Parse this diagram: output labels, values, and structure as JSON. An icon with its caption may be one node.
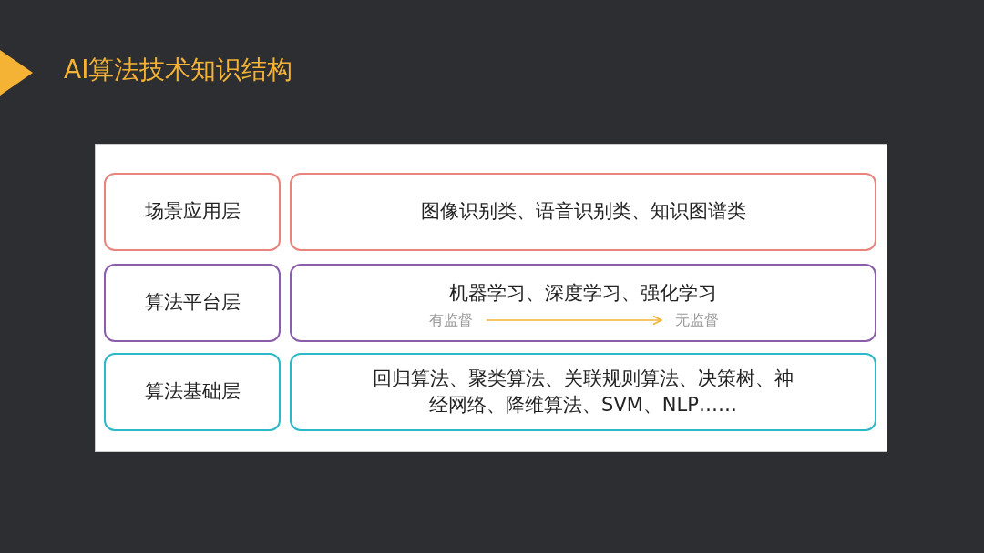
{
  "diagram": {
    "title": "AI算法技术知识结构",
    "nodes": [
      {
        "text": [
          "场景应用层"
        ]
      },
      {
        "text": [
          "图像识别类、语音识别类、知识图谱类"
        ]
      },
      {
        "text": [
          "算法平台层"
        ]
      },
      {
        "text": [
          "机器学习、深度学习、强化学习"
        ]
      },
      {
        "text": [
          "有监督"
        ],
        "in": 3
      },
      {
        "text": [
          "无监督"
        ],
        "in": 3
      },
      {
        "text": [
          "算法基础层"
        ]
      },
      {
        "text": [
          "回归算法、聚类算法、关联规则算法、决策树、神经网络、降维算法、SVM、NLP……"
        ]
      }
    ],
    "edges": [
      {
        "from": 4,
        "to": 5,
        "arrow": "to",
        "color": "#f5b335"
      }
    ]
  }
}
